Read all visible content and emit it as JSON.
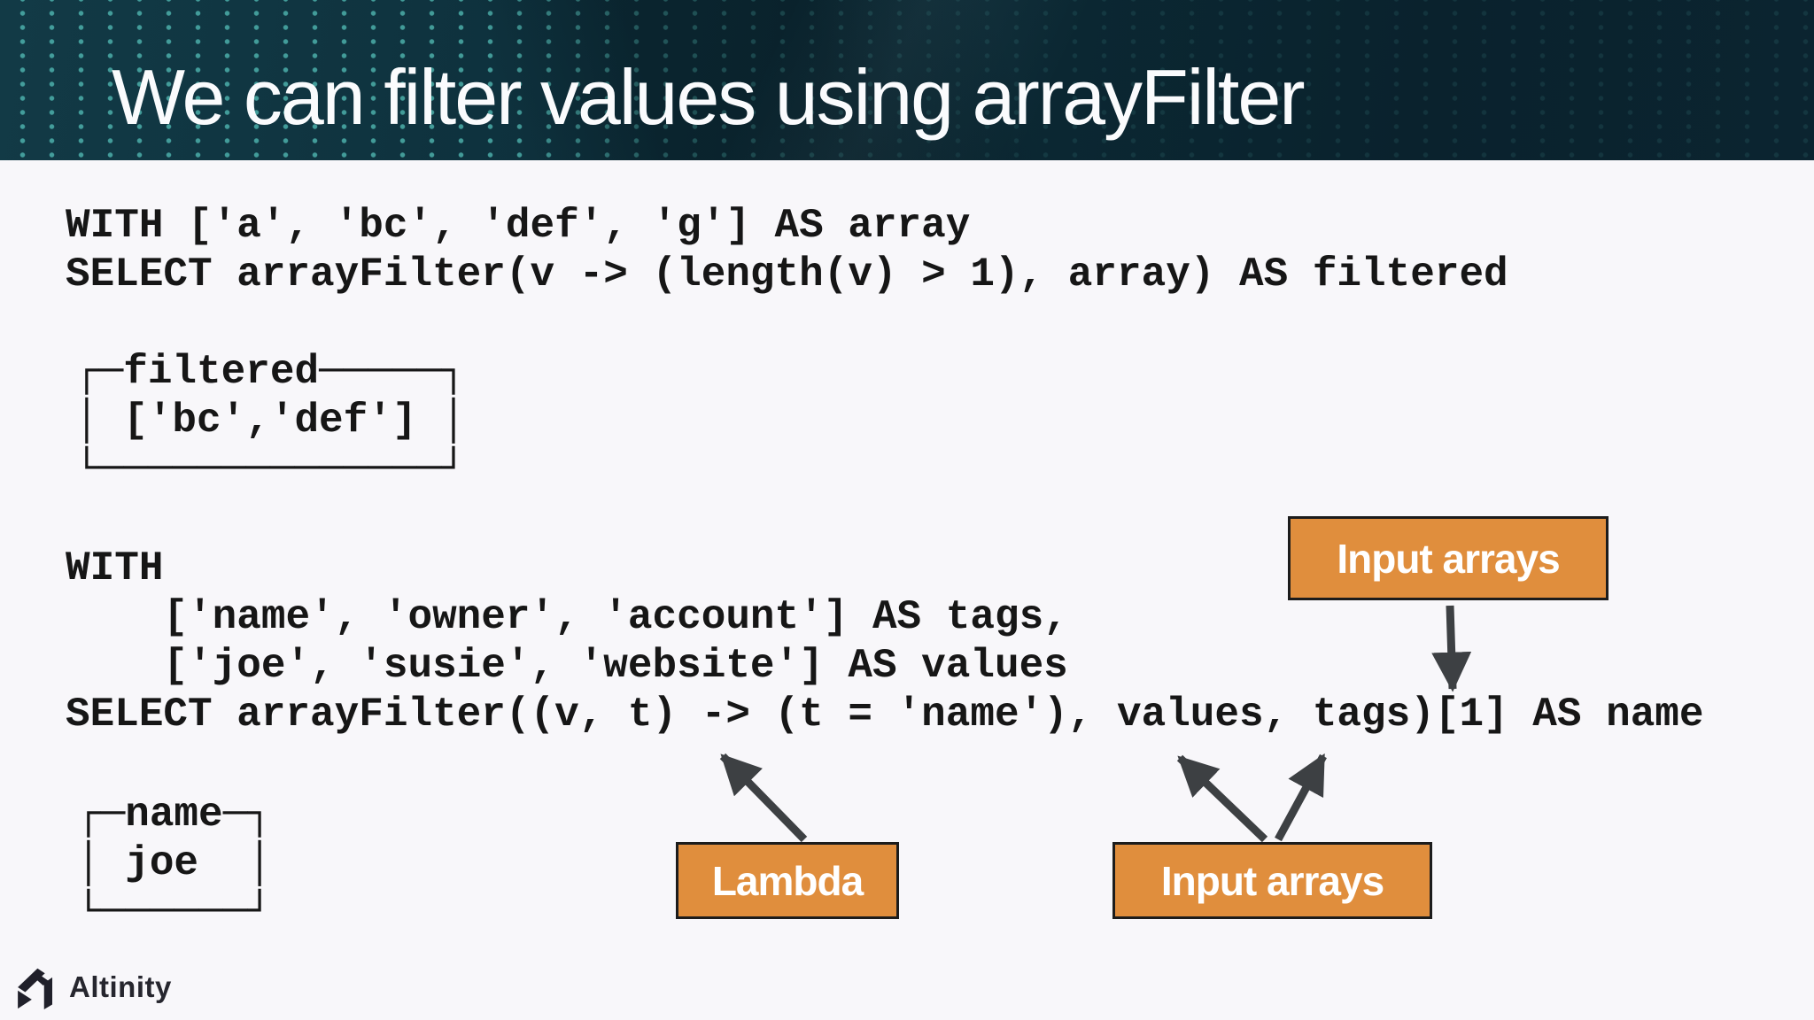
{
  "slide": {
    "title": "We can filter values using arrayFilter"
  },
  "code_block_1": {
    "lines": [
      "WITH ['a', 'bc', 'def', 'g'] AS array",
      "SELECT arrayFilter(v -> (length(v) > 1), array) AS filtered"
    ]
  },
  "result_1": {
    "column": "filtered",
    "value": "['bc','def']",
    "lines": [
      "┌─filtered─────┐",
      "│ ['bc','def'] │",
      "└──────────────┘"
    ]
  },
  "code_block_2": {
    "lines": [
      "WITH",
      "    ['name', 'owner', 'account'] AS tags,",
      "    ['joe', 'susie', 'website'] AS values",
      "SELECT arrayFilter((v, t) -> (t = 'name'), values, tags)[1] AS name"
    ]
  },
  "result_2": {
    "column": "name",
    "value": "joe",
    "lines": [
      "┌─name─┐",
      "│ joe  │",
      "└──────┘"
    ]
  },
  "labels": {
    "input_arrays_top": "Input arrays",
    "lambda": "Lambda",
    "input_arrays_bottom": "Input arrays"
  },
  "footer": {
    "brand": "Altinity"
  },
  "colors": {
    "header_bg": "#0B2833",
    "header_dot": "#5FD6CC",
    "accent_orange": "#E08E3D",
    "arrow_gray": "#3D4043",
    "code_text": "#161616",
    "body_bg": "#F8F7FA",
    "label_text": "#FFFFFF"
  }
}
